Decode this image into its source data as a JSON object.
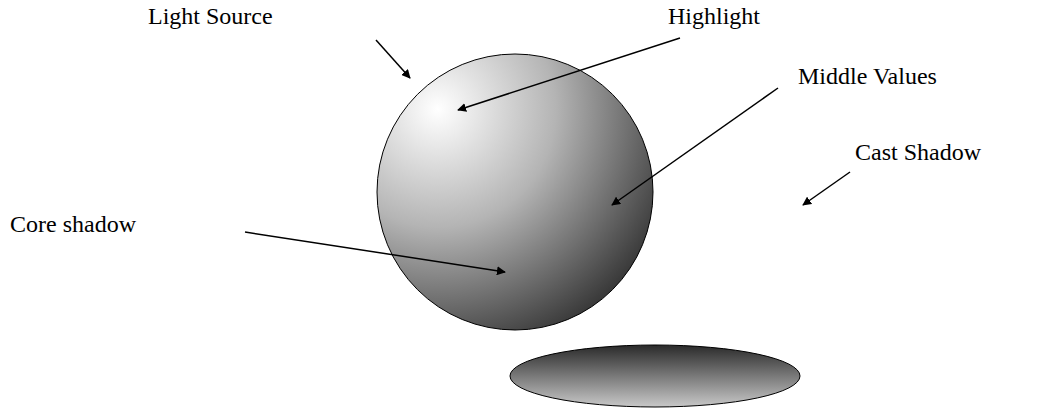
{
  "diagram": {
    "labels": [
      "Light Source",
      "Highlight",
      "Middle Values",
      "Cast Shadow",
      "Core shadow"
    ]
  }
}
